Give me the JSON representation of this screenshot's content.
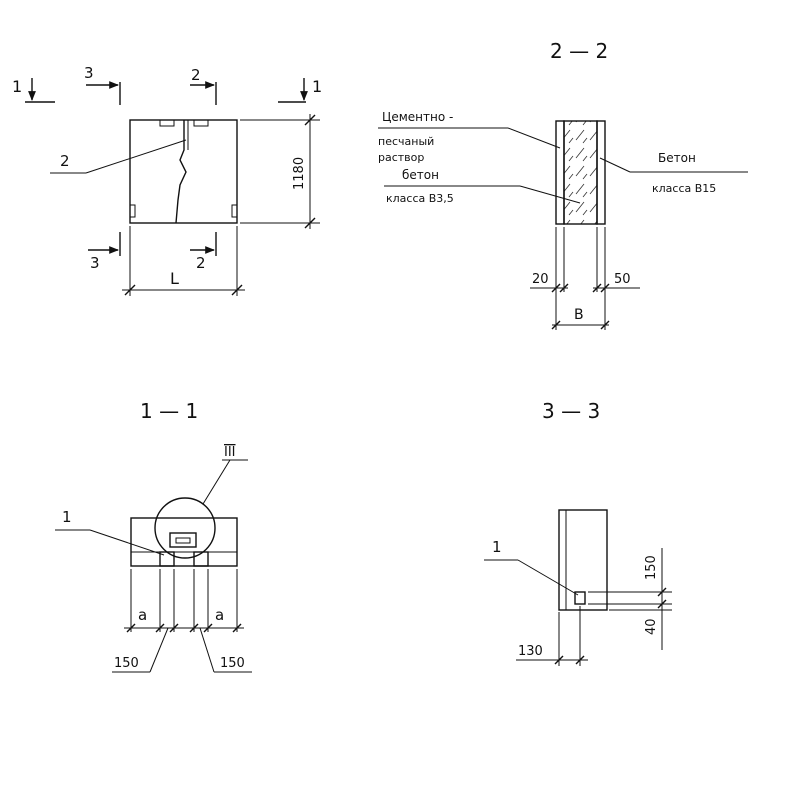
{
  "views": {
    "plan": {
      "cut_marks": {
        "left": "1",
        "right": "1",
        "top3": "3",
        "top2": "2",
        "bottom3": "3",
        "bottom2": "2"
      },
      "callout_2": "2",
      "dim_height": "1180",
      "dim_length": "L"
    },
    "section_2_2": {
      "title": "2 — 2",
      "mortar_label_lines": [
        "Цементно -",
        "песчаный",
        "раствор"
      ],
      "concrete_inner_lines": [
        "бетон",
        "класса В3,5"
      ],
      "concrete_outer_lines": [
        "Бетон",
        "класса В15"
      ],
      "dim_left": "20",
      "dim_right": "50",
      "dim_width": "В"
    },
    "section_1_1": {
      "title": "1 — 1",
      "detail_label": "III",
      "callout_1": "1",
      "dim_a_left": "а",
      "dim_a_right": "а",
      "dim_150_left": "150",
      "dim_150_right": "150"
    },
    "section_3_3": {
      "title": "3 — 3",
      "callout_1": "1",
      "dim_150": "150",
      "dim_40": "40",
      "dim_130": "130"
    }
  }
}
